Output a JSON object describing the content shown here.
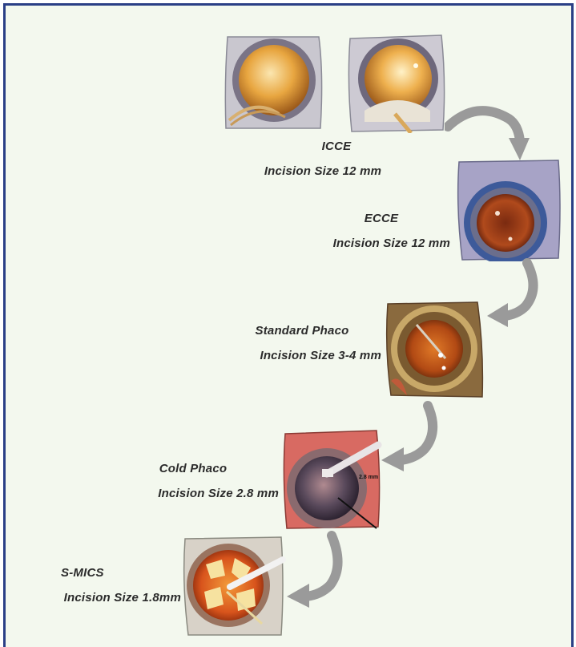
{
  "stages": [
    {
      "name": "ICCE",
      "incision": "Incision Size 12 mm"
    },
    {
      "name": "ECCE",
      "incision": "Incision Size 12 mm"
    },
    {
      "name": "Standard Phaco",
      "incision": "Incision Size 3-4 mm"
    },
    {
      "name": "Cold Phaco",
      "incision": "Incision Size 2.8 mm",
      "scale_text": "2.8 mm"
    },
    {
      "name": "S-MICS",
      "incision": "Incision Size 1.8mm"
    }
  ],
  "colors": {
    "frame_border": "#2a3f86",
    "background": "#f3f8ee",
    "arrow": "#9a9a9a",
    "text": "#2b2b2b"
  }
}
